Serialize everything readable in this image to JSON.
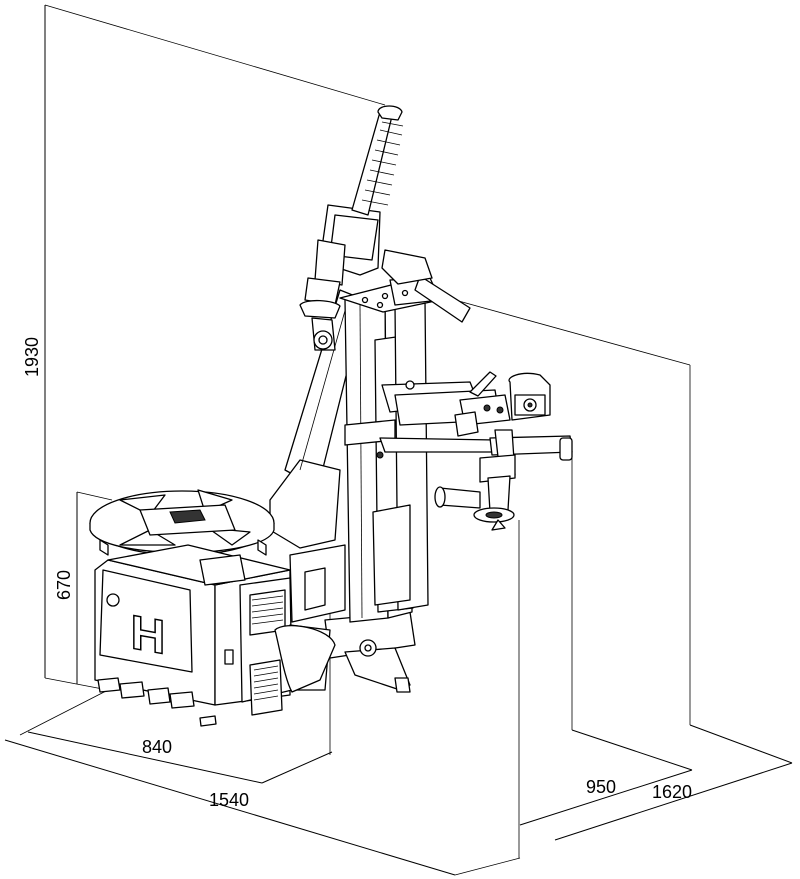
{
  "dimensions": {
    "height_total": "1930",
    "height_table": "670",
    "width_base": "840",
    "width_total": "1540",
    "depth_arm": "950",
    "depth_total": "1620"
  },
  "logo": {
    "letter": "H"
  },
  "colors": {
    "ink": "#000000",
    "background": "#ffffff"
  }
}
